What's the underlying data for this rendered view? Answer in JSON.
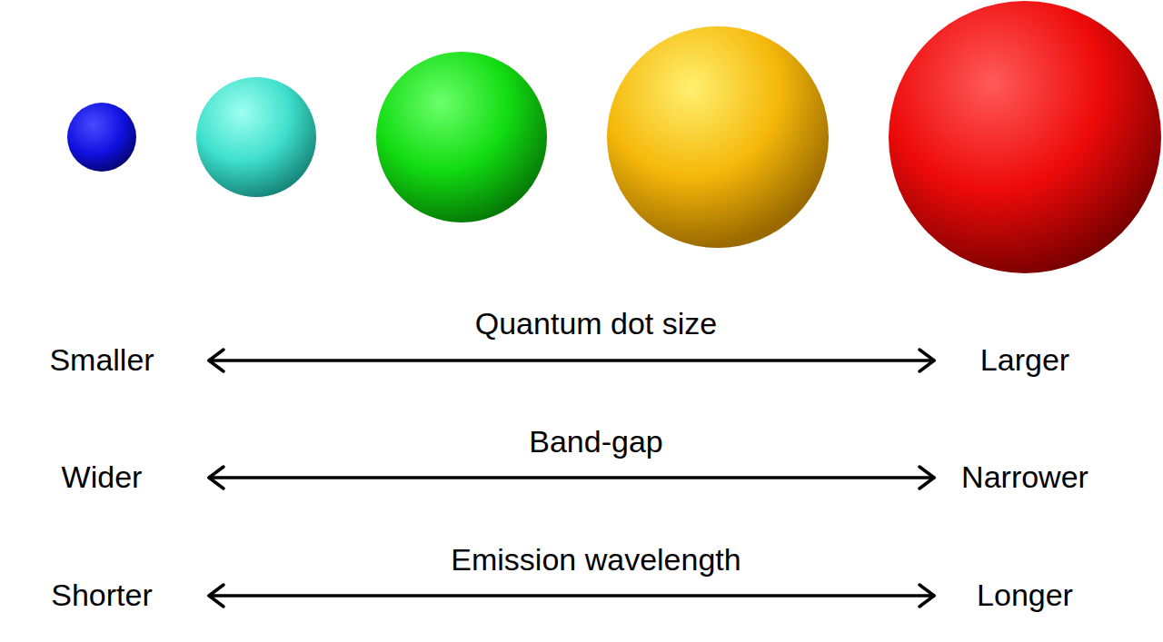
{
  "diagram": {
    "labels": [
      "Quantum dot size",
      "Smaller",
      "Larger",
      "Band-gap",
      "Wider",
      "Narrower",
      "Emission wavelength",
      "Shorter",
      "Longer"
    ]
  }
}
